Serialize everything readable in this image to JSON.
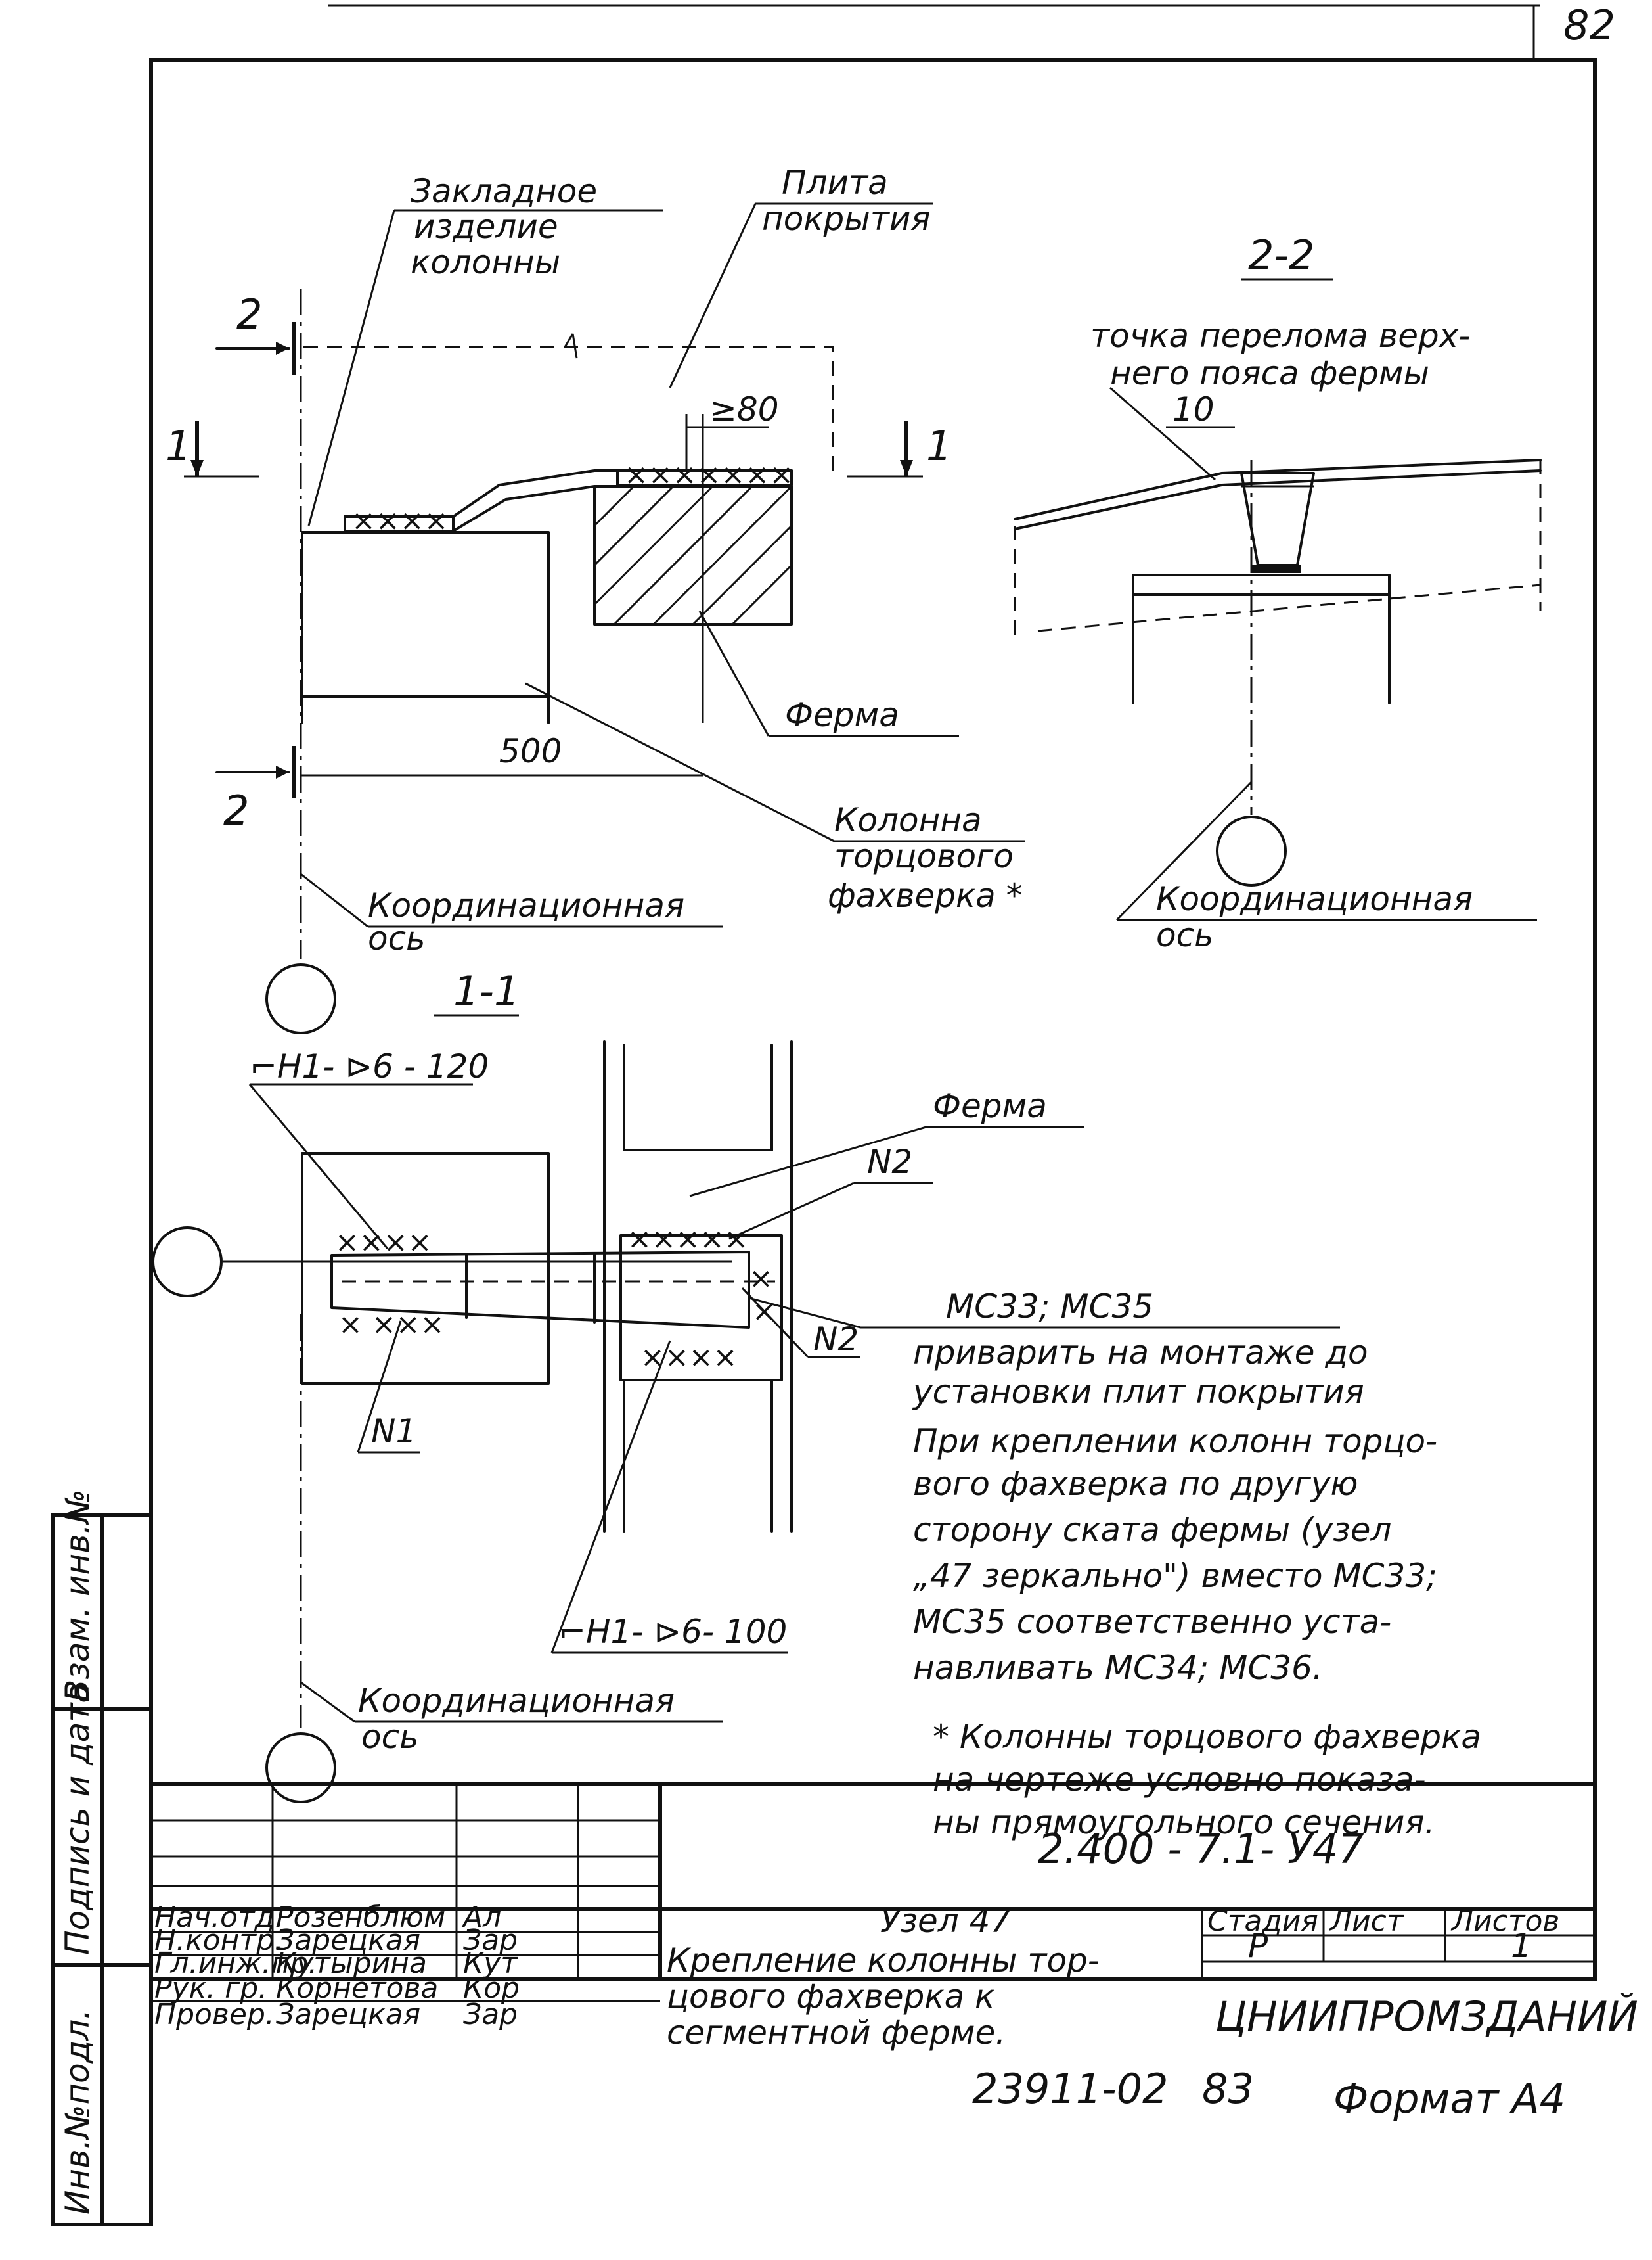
{
  "page_number": "82",
  "section_labels": {
    "cut_2_top": "2",
    "cut_2_bottom": "2",
    "cut_1_left": "1",
    "cut_1_right": "1",
    "section_2_2": "2-2",
    "section_1_1": "1-1"
  },
  "callouts": {
    "embedded_part": [
      "Закладное",
      "изделие",
      "колонны"
    ],
    "slab": [
      "Плита",
      "покрытия"
    ],
    "truss_main": "Ферма",
    "column": [
      "Колонна",
      "торцового",
      "фахверка *"
    ],
    "coord_axis_1": [
      "Координационная",
      "ось"
    ],
    "coord_axis_2": [
      "Координационная",
      "ось"
    ],
    "coord_axis_3": [
      "Координационная",
      "ось"
    ],
    "break_point": [
      "точка перелома верх-",
      "него пояса фермы"
    ],
    "truss_section": "Ферма",
    "n2_top": "N2",
    "n2_right": "N2",
    "n1": "N1",
    "weld_top": "⌐Н1- ⊳6 - 120",
    "weld_bottom": "⌐Н1- ⊳6- 100"
  },
  "dimensions": {
    "min_80": "≥80",
    "len_500": "500",
    "gap_10": "10"
  },
  "notes": {
    "parts": "МС33; МС35",
    "weld_note": [
      "приварить на монтаже до",
      "установки плит покрытия"
    ],
    "mirror_note": [
      "При креплении колонн торцо-",
      "вого фахверка по другую",
      "сторону ската фермы (узел",
      "„47 зеркально\") вместо МС33;",
      "МС35 соответственно уста-",
      "навливать МС34; МС36."
    ],
    "footnote": [
      "* Колонны торцового фахверка",
      "на чертеже условно показа-",
      "ны прямоугольного сечения."
    ]
  },
  "side_stamp": [
    "Инв.№подл.",
    "Подпись и дата",
    "Взам. инв.№"
  ],
  "title_block": {
    "doc_code": "2.400 - 7.1- У47",
    "title_line": "Узел 47",
    "description": [
      "Крепление колонны тор-",
      "цового фахверка к",
      "сегментной ферме."
    ],
    "stage_label": "Стадия",
    "sheet_label": "Лист",
    "sheets_label": "Листов",
    "stage": "Р",
    "sheets": "1",
    "organization": "ЦНИИПРОМЗДАНИЙ",
    "roles": [
      {
        "role": "Нач.отд.",
        "name": "Розенблюм",
        "sign": "Ал"
      },
      {
        "role": "Н.контр.",
        "name": "Зарецкая",
        "sign": "Зар"
      },
      {
        "role": "Гл.инж.пр.",
        "name": "Кутырина",
        "sign": "Кут"
      },
      {
        "role": "Рук. гр.",
        "name": "Корнетова",
        "sign": "Кор"
      },
      {
        "role": "Провер.",
        "name": "Зарецкая",
        "sign": "Зар"
      }
    ]
  },
  "bottom_code": "23911-02",
  "bottom_page": "83",
  "format_label": "Формат А4"
}
